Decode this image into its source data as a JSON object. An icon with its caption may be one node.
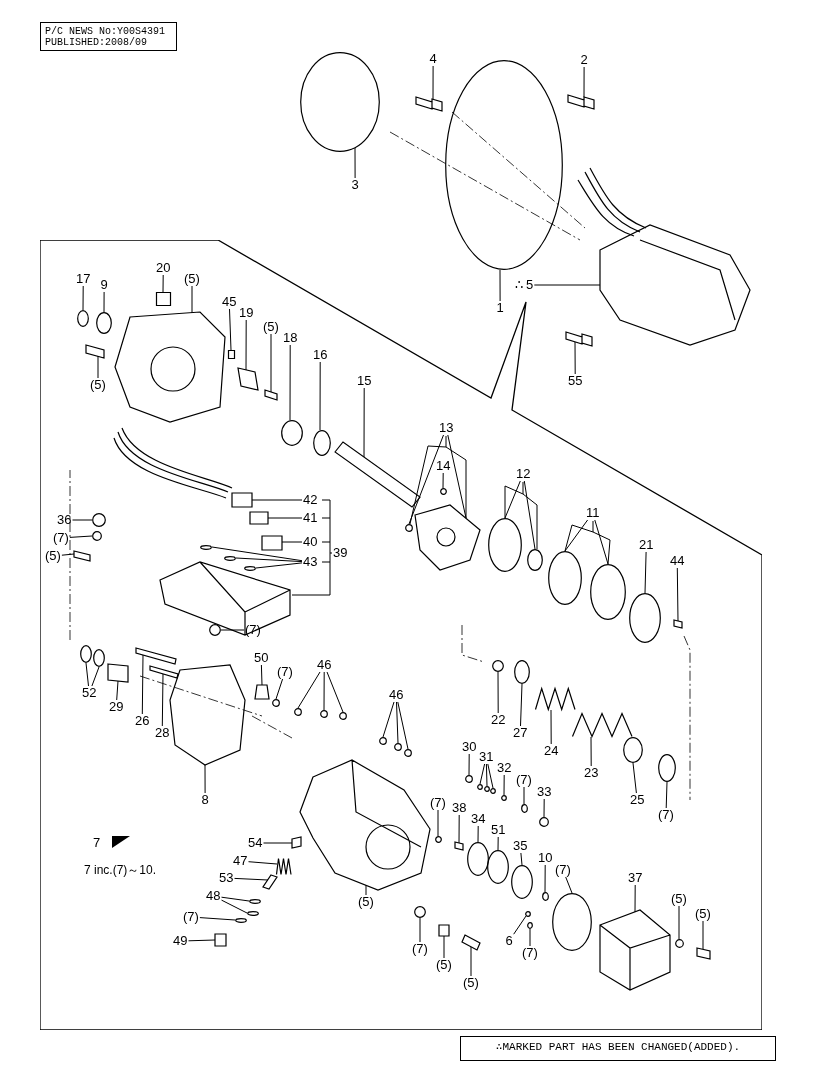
{
  "diagram": {
    "nodes": [
      {
        "text": [
          "P/C NEWS No:Y00S4391",
          "PUBLISHED:2008/09"
        ]
      },
      {
        "text": [
          "4"
        ]
      },
      {
        "text": [
          "2"
        ]
      },
      {
        "text": [
          "3"
        ]
      },
      {
        "text": [
          "1"
        ]
      },
      {
        "text": [
          "∴ 5"
        ]
      },
      {
        "text": [
          "55"
        ]
      },
      {
        "text": [],
        "shape": "box"
      },
      {
        "text": [
          "17"
        ],
        "in": 7
      },
      {
        "text": [
          "9"
        ],
        "in": 7
      },
      {
        "text": [
          "20"
        ],
        "in": 7
      },
      {
        "text": [
          "(5)"
        ],
        "in": 7
      },
      {
        "text": [
          "45"
        ],
        "in": 7
      },
      {
        "text": [
          "19"
        ],
        "in": 7
      },
      {
        "text": [
          "(5)"
        ],
        "in": 7
      },
      {
        "text": [
          "18"
        ],
        "in": 7
      },
      {
        "text": [
          "16"
        ],
        "in": 7
      },
      {
        "text": [
          "(5)"
        ],
        "in": 7
      },
      {
        "text": [
          "15"
        ],
        "in": 7
      },
      {
        "text": [
          "13"
        ],
        "in": 7
      },
      {
        "text": [
          "14"
        ],
        "in": 7
      },
      {
        "text": [
          "12"
        ],
        "in": 7
      },
      {
        "text": [
          "11"
        ],
        "in": 7
      },
      {
        "text": [
          "42"
        ],
        "in": 7
      },
      {
        "text": [
          "41"
        ],
        "in": 7
      },
      {
        "text": [
          "21"
        ],
        "in": 7
      },
      {
        "text": [
          "40"
        ],
        "in": 7
      },
      {
        "text": [
          "36"
        ],
        "in": 7
      },
      {
        "text": [
          "39"
        ],
        "in": 7
      },
      {
        "text": [
          "(7)"
        ],
        "in": 7
      },
      {
        "text": [
          "44"
        ],
        "in": 7
      },
      {
        "text": [
          "(5)"
        ],
        "in": 7
      },
      {
        "text": [
          "43"
        ],
        "in": 7
      },
      {
        "text": [
          "(7)"
        ],
        "in": 7
      },
      {
        "text": [
          "50"
        ],
        "in": 7
      },
      {
        "text": [
          "46"
        ],
        "in": 7
      },
      {
        "text": [
          "(7)"
        ],
        "in": 7
      },
      {
        "text": [
          "52"
        ],
        "in": 7
      },
      {
        "text": [
          "46"
        ],
        "in": 7
      },
      {
        "text": [
          "29"
        ],
        "in": 7
      },
      {
        "text": [
          "22"
        ],
        "in": 7
      },
      {
        "text": [
          "26"
        ],
        "in": 7
      },
      {
        "text": [
          "27"
        ],
        "in": 7
      },
      {
        "text": [
          "28"
        ],
        "in": 7
      },
      {
        "text": [
          "30"
        ],
        "in": 7
      },
      {
        "text": [
          "24"
        ],
        "in": 7
      },
      {
        "text": [
          "31"
        ],
        "in": 7
      },
      {
        "text": [
          "32"
        ],
        "in": 7
      },
      {
        "text": [
          "23"
        ],
        "in": 7
      },
      {
        "text": [
          "(7)"
        ],
        "in": 7
      },
      {
        "text": [
          "33"
        ],
        "in": 7
      },
      {
        "text": [
          "8"
        ],
        "in": 7
      },
      {
        "text": [
          "25"
        ],
        "in": 7
      },
      {
        "text": [
          "(7)"
        ],
        "in": 7
      },
      {
        "text": [
          "38"
        ],
        "in": 7
      },
      {
        "text": [
          "(7)"
        ],
        "in": 7
      },
      {
        "text": [
          "34"
        ],
        "in": 7
      },
      {
        "text": [
          "51"
        ],
        "in": 7
      },
      {
        "text": [
          "54"
        ],
        "in": 7
      },
      {
        "text": [
          "35"
        ],
        "in": 7
      },
      {
        "text": [
          "10"
        ],
        "in": 7
      },
      {
        "text": [
          "47"
        ],
        "in": 7
      },
      {
        "text": [
          "(7)"
        ],
        "in": 7
      },
      {
        "text": [
          "53"
        ],
        "in": 7
      },
      {
        "text": [
          "37"
        ],
        "in": 7
      },
      {
        "text": [
          "(5)"
        ],
        "in": 7
      },
      {
        "text": [
          "48"
        ],
        "in": 7
      },
      {
        "text": [
          "(5)"
        ],
        "in": 7
      },
      {
        "text": [
          "(5)"
        ],
        "in": 7
      },
      {
        "text": [
          "(7)"
        ],
        "in": 7
      },
      {
        "text": [
          "6"
        ],
        "in": 7
      },
      {
        "text": [
          "49"
        ],
        "in": 7
      },
      {
        "text": [
          "(7)"
        ],
        "in": 7
      },
      {
        "text": [
          "(7)"
        ],
        "in": 7
      },
      {
        "text": [
          "(5)"
        ],
        "in": 7
      },
      {
        "text": [
          "(5)"
        ],
        "in": 7
      },
      {
        "text": [
          "∴MARKED PART HAS BEEN CHANGED(ADDED)."
        ]
      },
      {
        "text": [],
        "shape": "box"
      },
      {
        "text": [],
        "shape": "box"
      },
      {
        "text": [],
        "shape": "circle"
      },
      {
        "text": [],
        "shape": "circle"
      },
      {
        "text": [],
        "shape": "box"
      },
      {
        "text": [],
        "shape": "box"
      },
      {
        "text": [],
        "shape": "circle",
        "in": 7
      },
      {
        "text": [],
        "shape": "circle",
        "in": 7
      },
      {
        "text": [],
        "shape": "box",
        "in": 7
      },
      {
        "text": [],
        "shape": "box",
        "in": 7
      },
      {
        "text": [],
        "shape": "box",
        "in": 7
      },
      {
        "text": [],
        "shape": "box",
        "in": 7
      },
      {
        "text": [],
        "shape": "box",
        "in": 7
      },
      {
        "text": [],
        "shape": "circle",
        "in": 7
      },
      {
        "text": [],
        "shape": "circle",
        "in": 7
      },
      {
        "text": [],
        "shape": "box",
        "in": 7
      },
      {
        "text": [],
        "shape": "box",
        "in": 7
      },
      {
        "text": [],
        "shape": "box",
        "in": 7
      },
      {
        "text": [],
        "shape": "circle",
        "in": 7
      },
      {
        "text": [],
        "shape": "circle",
        "in": 7
      },
      {
        "text": [],
        "shape": "circle",
        "in": 7
      },
      {
        "text": [],
        "shape": "circle",
        "in": 7
      },
      {
        "text": [],
        "shape": "circle",
        "in": 7
      },
      {
        "text": [],
        "shape": "circle",
        "in": 7
      },
      {
        "text": [],
        "shape": "box",
        "in": 7
      },
      {
        "text": [],
        "shape": "box",
        "in": 7
      },
      {
        "text": [],
        "shape": "circle",
        "in": 7
      },
      {
        "text": [],
        "shape": "box",
        "in": 7
      },
      {
        "text": [],
        "shape": "circle",
        "in": 7
      },
      {
        "text": [],
        "shape": "circle",
        "in": 7
      },
      {
        "text": [],
        "shape": "box",
        "in": 7
      },
      {
        "text": [],
        "shape": "box",
        "in": 7
      },
      {
        "text": [],
        "shape": "circle",
        "in": 7
      },
      {
        "text": [],
        "shape": "circle",
        "in": 7
      },
      {
        "text": [],
        "shape": "circle",
        "in": 7
      },
      {
        "text": [],
        "shape": "circle",
        "in": 7
      },
      {
        "text": [],
        "shape": "box",
        "in": 7
      },
      {
        "text": [],
        "shape": "circle",
        "in": 7
      },
      {
        "text": [],
        "shape": "circle",
        "in": 7
      },
      {
        "text": [],
        "shape": "circle",
        "in": 7
      },
      {
        "text": [],
        "shape": "circle",
        "in": 7
      },
      {
        "text": [],
        "shape": "circle",
        "in": 7
      },
      {
        "text": [],
        "shape": "circle",
        "in": 7
      },
      {
        "text": [],
        "shape": "circle",
        "in": 7
      },
      {
        "text": [],
        "shape": "circle",
        "in": 7
      },
      {
        "text": [],
        "shape": "circle",
        "in": 7
      },
      {
        "text": [],
        "shape": "box",
        "in": 7
      },
      {
        "text": [],
        "shape": "circle",
        "in": 7
      },
      {
        "text": [],
        "shape": "box",
        "in": 7
      },
      {
        "text": [],
        "shape": "circle",
        "in": 7
      },
      {
        "text": [],
        "shape": "box",
        "in": 7
      },
      {
        "text": [],
        "shape": "circle",
        "in": 7
      },
      {
        "text": [],
        "shape": "spring",
        "in": 7
      },
      {
        "text": [],
        "shape": "circle",
        "in": 7
      },
      {
        "text": [],
        "shape": "circle",
        "in": 7
      },
      {
        "text": [],
        "shape": "circle",
        "in": 7
      },
      {
        "text": [],
        "shape": "circle",
        "in": 7
      },
      {
        "text": [],
        "shape": "spring",
        "in": 7
      },
      {
        "text": [],
        "shape": "circle",
        "in": 7
      },
      {
        "text": [],
        "shape": "circle",
        "in": 7
      },
      {
        "text": [],
        "shape": "box",
        "in": 7
      },
      {
        "text": [],
        "shape": "circle",
        "in": 7
      },
      {
        "text": [],
        "shape": "circle",
        "in": 7
      },
      {
        "text": [],
        "shape": "box",
        "in": 7
      },
      {
        "text": [],
        "shape": "circle",
        "in": 7
      },
      {
        "text": [],
        "shape": "circle",
        "in": 7
      },
      {
        "text": [],
        "shape": "circle",
        "in": 7
      },
      {
        "text": [],
        "shape": "box",
        "in": 7
      },
      {
        "text": [],
        "shape": "circle",
        "in": 7
      },
      {
        "text": [],
        "shape": "circle",
        "in": 7
      },
      {
        "text": [],
        "shape": "spring",
        "in": 7
      },
      {
        "text": [],
        "shape": "circle",
        "in": 7
      },
      {
        "text": [],
        "shape": "box",
        "in": 7
      },
      {
        "text": [],
        "shape": "box",
        "in": 7
      },
      {
        "text": [],
        "shape": "box",
        "in": 7
      },
      {
        "text": [],
        "shape": "circle",
        "in": 7
      },
      {
        "text": [],
        "shape": "circle",
        "in": 7
      },
      {
        "text": [],
        "shape": "circle",
        "in": 7
      },
      {
        "text": [],
        "shape": "box",
        "in": 7
      },
      {
        "text": [],
        "shape": "circle",
        "in": 7
      },
      {
        "text": [],
        "shape": "circle",
        "in": 7
      },
      {
        "text": [],
        "shape": "box",
        "in": 7
      },
      {
        "text": [],
        "shape": "circle",
        "in": 7
      },
      {
        "text": [],
        "shape": "circle",
        "in": 7
      },
      {
        "text": [],
        "shape": "box",
        "in": 7
      },
      {
        "text": [],
        "shape": "box",
        "in": 7
      }
    ],
    "edges": [
      {
        "from": 1,
        "to": 77,
        "arrow": "none"
      },
      {
        "from": 2,
        "to": 78,
        "arrow": "none"
      },
      {
        "from": 3,
        "to": 79,
        "arrow": "none"
      },
      {
        "from": 4,
        "to": 80,
        "arrow": "none"
      },
      {
        "from": 5,
        "to": 81,
        "arrow": "none"
      },
      {
        "from": 6,
        "to": 82,
        "arrow": "none"
      },
      {
        "from": 8,
        "to": 83,
        "arrow": "none"
      },
      {
        "from": 9,
        "to": 84,
        "arrow": "none"
      },
      {
        "from": 10,
        "to": 85,
        "arrow": "none"
      },
      {
        "from": 11,
        "to": 86,
        "arrow": "none"
      },
      {
        "from": 12,
        "to": 87,
        "arrow": "none"
      },
      {
        "from": 13,
        "to": 88,
        "arrow": "none"
      },
      {
        "from": 14,
        "to": 89,
        "arrow": "none"
      },
      {
        "from": 15,
        "to": 90,
        "arrow": "none"
      },
      {
        "from": 16,
        "to": 91,
        "arrow": "none"
      },
      {
        "from": 17,
        "to": 92,
        "arrow": "none"
      },
      {
        "from": 18,
        "to": 93,
        "arrow": "none"
      },
      {
        "from": 19,
        "to": 94,
        "arrow": "none"
      },
      {
        "from": 19,
        "to": 95,
        "arrow": "none"
      },
      {
        "from": 20,
        "to": 96,
        "arrow": "none"
      },
      {
        "from": 21,
        "to": 97,
        "arrow": "none"
      },
      {
        "from": 21,
        "to": 98,
        "arrow": "none"
      },
      {
        "from": 22,
        "to": 99,
        "arrow": "none"
      },
      {
        "from": 22,
        "to": 100,
        "arrow": "none"
      },
      {
        "from": 23,
        "to": 101,
        "arrow": "none"
      },
      {
        "from": 24,
        "to": 102,
        "arrow": "none"
      },
      {
        "from": 25,
        "to": 103,
        "arrow": "none"
      },
      {
        "from": 26,
        "to": 104,
        "arrow": "none"
      },
      {
        "from": 27,
        "to": 105,
        "arrow": "none"
      },
      {
        "from": 29,
        "to": 106,
        "arrow": "none"
      },
      {
        "from": 30,
        "to": 107,
        "arrow": "none"
      },
      {
        "from": 31,
        "to": 108,
        "arrow": "none"
      },
      {
        "from": 32,
        "to": 109,
        "arrow": "none"
      },
      {
        "from": 32,
        "to": 110,
        "arrow": "none"
      },
      {
        "from": 32,
        "to": 111,
        "arrow": "none"
      },
      {
        "from": 33,
        "to": 112,
        "arrow": "none"
      },
      {
        "from": 34,
        "to": 113,
        "arrow": "none"
      },
      {
        "from": 35,
        "to": 114,
        "arrow": "none"
      },
      {
        "from": 35,
        "to": 115,
        "arrow": "none"
      },
      {
        "from": 35,
        "to": 116,
        "arrow": "none"
      },
      {
        "from": 36,
        "to": 117,
        "arrow": "none"
      },
      {
        "from": 37,
        "to": 118,
        "arrow": "none"
      },
      {
        "from": 37,
        "to": 119,
        "arrow": "none"
      },
      {
        "from": 38,
        "to": 120,
        "arrow": "none"
      },
      {
        "from": 38,
        "to": 121,
        "arrow": "none"
      },
      {
        "from": 38,
        "to": 122,
        "arrow": "none"
      },
      {
        "from": 39,
        "to": 123,
        "arrow": "none"
      },
      {
        "from": 40,
        "to": 124,
        "arrow": "none"
      },
      {
        "from": 41,
        "to": 125,
        "arrow": "none"
      },
      {
        "from": 42,
        "to": 126,
        "arrow": "none"
      },
      {
        "from": 43,
        "to": 127,
        "arrow": "none"
      },
      {
        "from": 44,
        "to": 128,
        "arrow": "none"
      },
      {
        "from": 45,
        "to": 129,
        "arrow": "none"
      },
      {
        "from": 46,
        "to": 130,
        "arrow": "none"
      },
      {
        "from": 46,
        "to": 131,
        "arrow": "none"
      },
      {
        "from": 46,
        "to": 132,
        "arrow": "none"
      },
      {
        "from": 47,
        "to": 133,
        "arrow": "none"
      },
      {
        "from": 48,
        "to": 134,
        "arrow": "none"
      },
      {
        "from": 49,
        "to": 135,
        "arrow": "none"
      },
      {
        "from": 50,
        "to": 136,
        "arrow": "none"
      },
      {
        "from": 51,
        "to": 137,
        "arrow": "none"
      },
      {
        "from": 52,
        "to": 138,
        "arrow": "none"
      },
      {
        "from": 53,
        "to": 139,
        "arrow": "none"
      },
      {
        "from": 54,
        "to": 140,
        "arrow": "none"
      },
      {
        "from": 55,
        "to": 141,
        "arrow": "none"
      },
      {
        "from": 56,
        "to": 142,
        "arrow": "none"
      },
      {
        "from": 57,
        "to": 143,
        "arrow": "none"
      },
      {
        "from": 58,
        "to": 144,
        "arrow": "none"
      },
      {
        "from": 59,
        "to": 145,
        "arrow": "none"
      },
      {
        "from": 60,
        "to": 146,
        "arrow": "none"
      },
      {
        "from": 61,
        "to": 147,
        "arrow": "none"
      },
      {
        "from": 62,
        "to": 148,
        "arrow": "none"
      },
      {
        "from": 63,
        "to": 149,
        "arrow": "none"
      },
      {
        "from": 64,
        "to": 150,
        "arrow": "none"
      },
      {
        "from": 65,
        "to": 151,
        "arrow": "none"
      },
      {
        "from": 66,
        "to": 152,
        "arrow": "none"
      },
      {
        "from": 66,
        "to": 153,
        "arrow": "none"
      },
      {
        "from": 67,
        "to": 154,
        "arrow": "none"
      },
      {
        "from": 68,
        "to": 155,
        "arrow": "none"
      },
      {
        "from": 69,
        "to": 156,
        "arrow": "none"
      },
      {
        "from": 70,
        "to": 157,
        "arrow": "none"
      },
      {
        "from": 71,
        "to": 158,
        "arrow": "none"
      },
      {
        "from": 72,
        "to": 159,
        "arrow": "none"
      },
      {
        "from": 73,
        "to": 160,
        "arrow": "none"
      },
      {
        "from": 74,
        "to": 161,
        "arrow": "none"
      },
      {
        "from": 75,
        "to": 162,
        "arrow": "none"
      }
    ],
    "labels": [
      "7",
      "7 inc.(7)～10."
    ]
  }
}
